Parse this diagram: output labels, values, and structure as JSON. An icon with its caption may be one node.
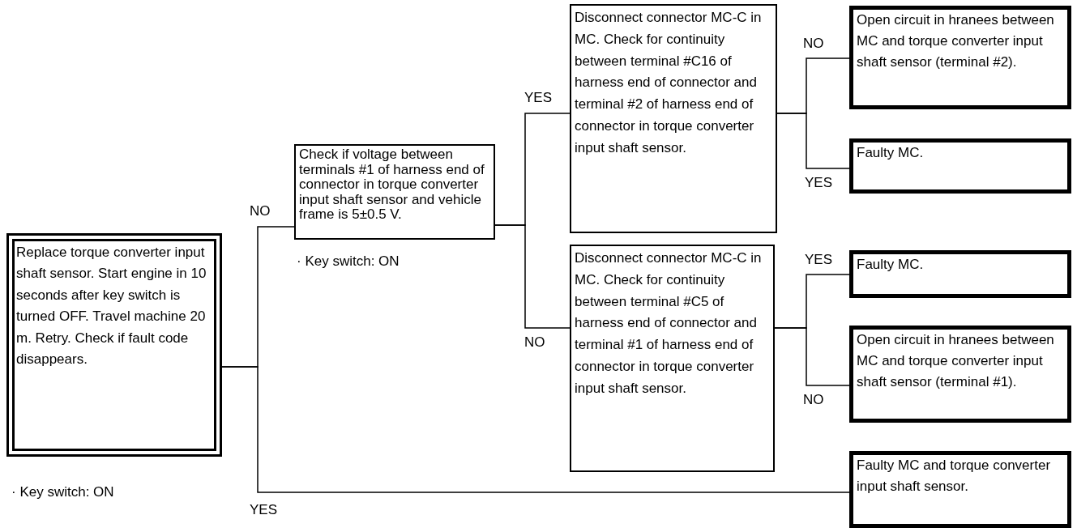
{
  "diagram": {
    "nodes": [
      {
        "text": [
          "Replace torque converter input shaft sensor. Start engine in 10 seconds after key switch is turned OFF. Travel machine 20 m. Retry. Check if fault code disappears."
        ],
        "beside": [
          "· Key switch: ON"
        ]
      },
      {
        "text": [
          "Check if voltage between terminals #1 of harness end of connector in torque converter input shaft sensor and vehicle frame is 5±0.5 V."
        ],
        "beside": [
          "· Key switch: ON"
        ]
      },
      {
        "text": [
          "Disconnect connector MC-C in MC. Check for continuity between terminal #C16 of harness end of connector and terminal #2 of harness end of connector in torque converter input shaft sensor."
        ]
      },
      {
        "text": [
          "Disconnect connector MC-C in MC. Check for continuity between terminal #C5 of harness end of connector and terminal #1 of harness end of connector in torque converter input shaft sensor."
        ]
      },
      {
        "text": [
          "Open circuit in hranees between MC and torque converter input shaft sensor (terminal #2)."
        ]
      },
      {
        "text": [
          "Faulty MC."
        ]
      },
      {
        "text": [
          "Faulty MC."
        ]
      },
      {
        "text": [
          "Open circuit in hranees between MC and torque converter input shaft sensor (terminal #1)."
        ]
      },
      {
        "text": [
          "Faulty MC and torque converter input shaft sensor."
        ]
      }
    ],
    "edges": [
      {
        "from": 0,
        "to": 1,
        "arrow": "none",
        "label": "NO"
      },
      {
        "from": 0,
        "to": 8,
        "arrow": "none",
        "label": "YES"
      },
      {
        "from": 1,
        "to": 2,
        "arrow": "none",
        "label": "YES"
      },
      {
        "from": 1,
        "to": 3,
        "arrow": "none",
        "label": "NO"
      },
      {
        "from": 2,
        "to": 4,
        "arrow": "none",
        "label": "NO"
      },
      {
        "from": 2,
        "to": 5,
        "arrow": "none",
        "label": "YES"
      },
      {
        "from": 3,
        "to": 6,
        "arrow": "none",
        "label": "YES"
      },
      {
        "from": 3,
        "to": 7,
        "arrow": "none",
        "label": "NO"
      }
    ]
  }
}
